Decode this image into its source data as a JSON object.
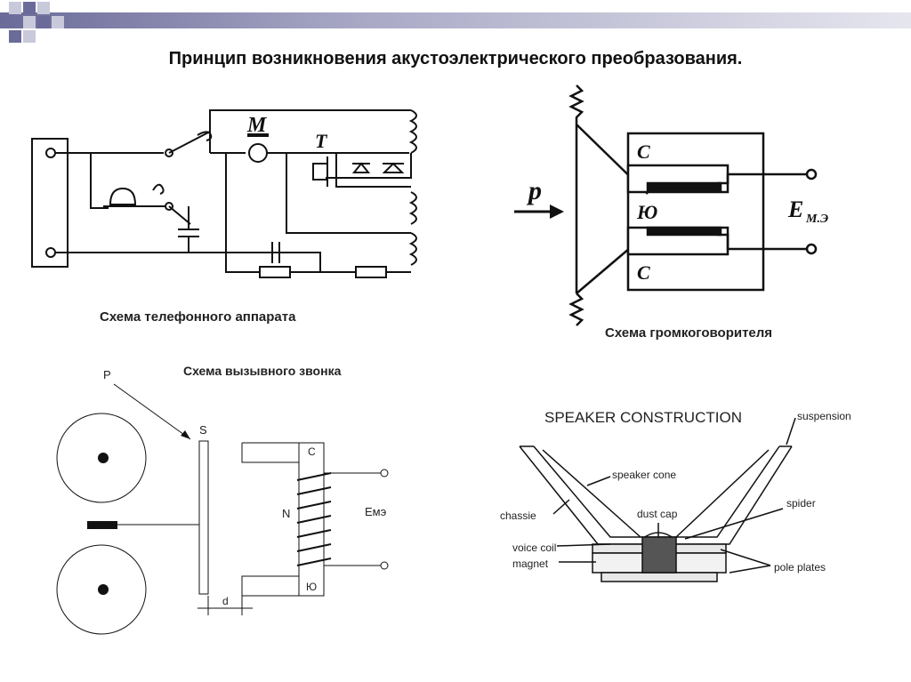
{
  "slide": {
    "title": "Принцип возникновения акустоэлектрического преобразования."
  },
  "telephone": {
    "caption": "Схема телефонного аппарата",
    "label_m": "M",
    "label_t": "T"
  },
  "loudspeaker": {
    "caption": "Схема громкоговорителя",
    "label_p": "p",
    "label_c_top": "C",
    "label_yu": "Ю",
    "label_c_bottom": "C",
    "label_emf": "E",
    "label_emf_sub": "М.Э"
  },
  "bell": {
    "caption": "Схема вызывного звонка",
    "label_p": "P",
    "label_s": "S",
    "label_c": "С",
    "label_n": "N",
    "label_emf": "Емэ",
    "label_yu": "Ю",
    "label_d": "d"
  },
  "speaker_construction": {
    "title": "SPEAKER CONSTRUCTION",
    "labels": {
      "suspension": "suspension",
      "speaker_cone": "speaker cone",
      "chassie": "chassie",
      "dust_cap": "dust cap",
      "spider": "spider",
      "voice_coil": "voice coil",
      "magnet": "magnet",
      "pole_plates": "pole plates"
    }
  },
  "colors": {
    "ink": "#111111",
    "bar_start": "#6b6b9a",
    "bar_end": "#e6e6ef",
    "square_dark": "#6b6b9a",
    "square_light": "#c9c9dc"
  }
}
